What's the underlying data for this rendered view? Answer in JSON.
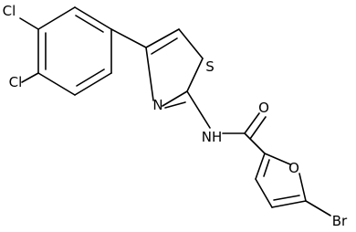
{
  "molecule": {
    "atoms": {
      "cl_top": "Cl",
      "cl_mid": "Cl",
      "s": "S",
      "n_ring": "N",
      "nh": "NH",
      "o_carbonyl": "O",
      "o_furan": "O",
      "br": "Br"
    }
  }
}
